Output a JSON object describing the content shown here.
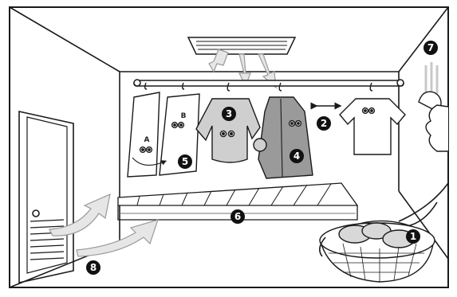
{
  "colors": {
    "line": "#1a1a1a",
    "badge": "#111111",
    "badge_text": "#ffffff",
    "shirt_gray": "#cfcfcf",
    "coat_gray": "#9a9a9a",
    "arrow_fill": "#e6e6e6",
    "arrow_stroke": "#9a9a9a"
  },
  "badges": {
    "b1": "1",
    "b2": "2",
    "b3": "3",
    "b4": "4",
    "b5": "5",
    "b6": "6",
    "b7": "7",
    "b8": "8"
  },
  "labels": {
    "a": "A",
    "b": "B"
  },
  "icons": [
    "ceiling-vent-icon",
    "hanger-icon",
    "laundry-basket-icon",
    "hand-icon",
    "room-door-icon",
    "airflow-arrow-icon",
    "double-arrow-icon",
    "floor-grate-icon"
  ]
}
